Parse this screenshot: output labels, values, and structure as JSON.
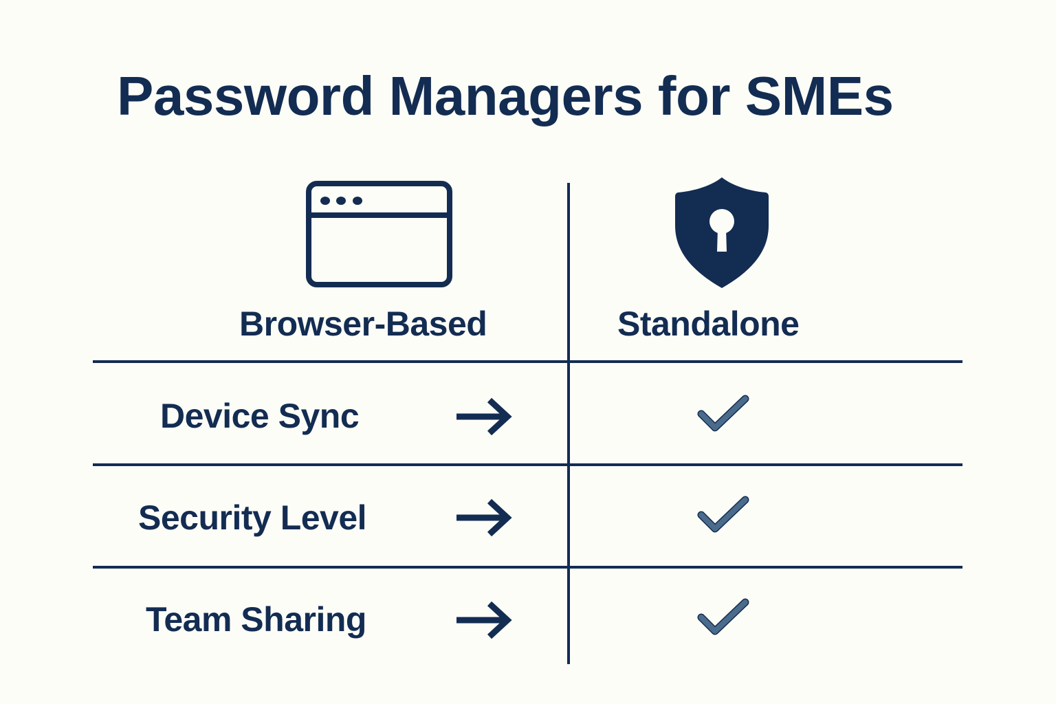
{
  "title": "Password Managers for SMEs",
  "columns": [
    {
      "label": "Browser-Based",
      "icon": "browser-window-icon"
    },
    {
      "label": "Standalone",
      "icon": "shield-keyhole-icon"
    }
  ],
  "rows": [
    {
      "label": "Device Sync",
      "browser_based": "arrow-right-icon",
      "standalone": "checkmark-icon"
    },
    {
      "label": "Security Level",
      "browser_based": "arrow-right-icon",
      "standalone": "checkmark-icon"
    },
    {
      "label": "Team Sharing",
      "browser_based": "arrow-right-icon",
      "standalone": "checkmark-icon"
    }
  ],
  "colors": {
    "primary": "#132c52",
    "check": "#4a6b8a",
    "background": "#fdfdf8"
  }
}
